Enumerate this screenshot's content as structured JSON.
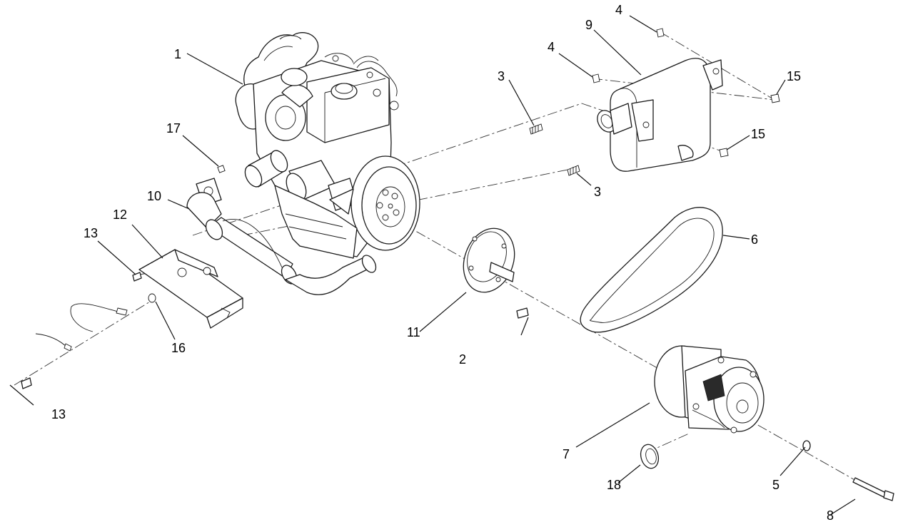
{
  "callouts": {
    "c1": "1",
    "c2": "2",
    "c3a": "3",
    "c3b": "3",
    "c4a": "4",
    "c4b": "4",
    "c5": "5",
    "c6": "6",
    "c7": "7",
    "c8": "8",
    "c9": "9",
    "c10": "10",
    "c11": "11",
    "c12": "12",
    "c13a": "13",
    "c13b": "13",
    "c15a": "15",
    "c15b": "15",
    "c16": "16",
    "c17": "17",
    "c18": "18"
  }
}
